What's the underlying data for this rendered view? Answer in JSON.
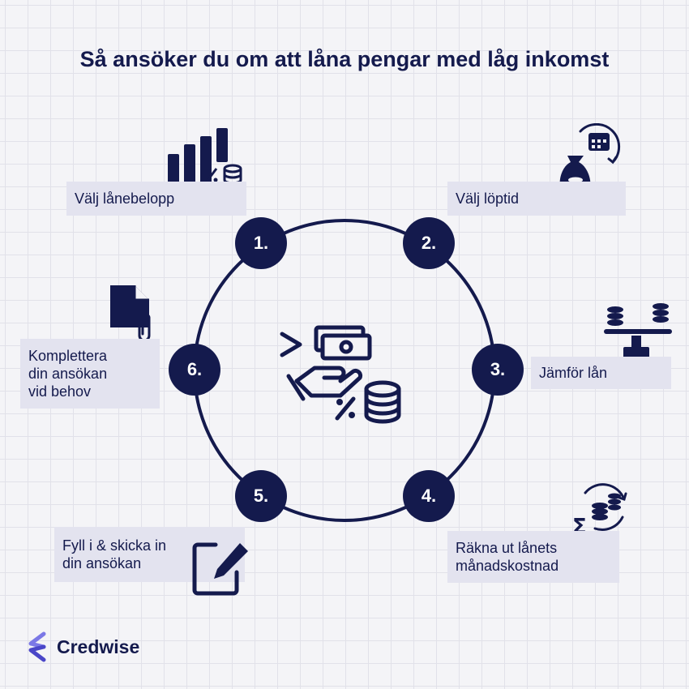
{
  "title": "Så ansöker du om att låna pengar med låg inkomst",
  "steps": [
    {
      "number": "1.",
      "label": "Välj lånebelopp"
    },
    {
      "number": "2.",
      "label": "Välj löptid"
    },
    {
      "number": "3.",
      "label": "Jämför lån"
    },
    {
      "number": "4.",
      "label": "Räkna ut lånets månadskostnad"
    },
    {
      "number": "5.",
      "label": "Fyll i & skicka in din ansökan"
    },
    {
      "number": "6.",
      "label": "Komplettera din ansökan vid behov"
    }
  ],
  "brand": {
    "name": "Credwise"
  },
  "colors": {
    "primary": "#141a4d",
    "label_bg": "#e3e3ef",
    "accent": "#5b57d9",
    "background": "#f4f4f7"
  },
  "icons": [
    "bar-chart-coins-icon",
    "money-bag-calendar-icon",
    "scale-coins-icon",
    "coins-sigma-icon",
    "edit-document-icon",
    "document-paperclip-icon",
    "hand-money-coins-icon"
  ]
}
